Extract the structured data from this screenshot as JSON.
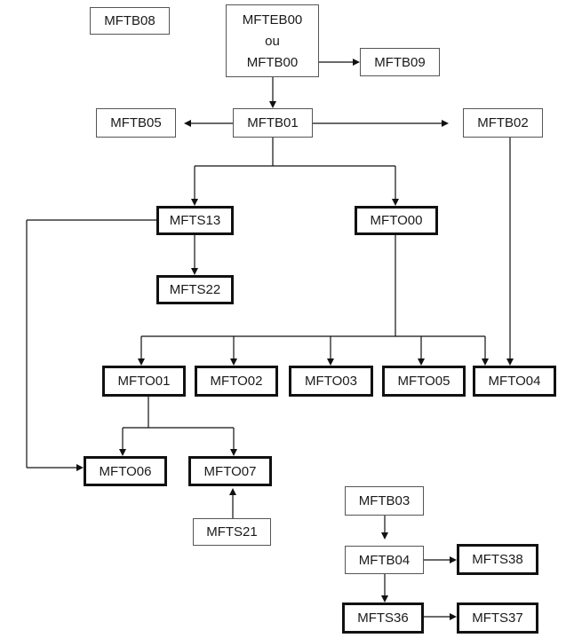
{
  "diagram": {
    "nodes": {
      "mftb08": "MFTB08",
      "mfteb00": {
        "line1": "MFTEB00",
        "line2": "ou",
        "line3": "MFTB00"
      },
      "mftb09": "MFTB09",
      "mftb05": "MFTB05",
      "mftb01": "MFTB01",
      "mftb02": "MFTB02",
      "mfts13": "MFTS13",
      "mfto00": "MFTO00",
      "mfts22": "MFTS22",
      "mfto01": "MFTO01",
      "mfto02": "MFTO02",
      "mfto03": "MFTO03",
      "mfto05": "MFTO05",
      "mfto04": "MFTO04",
      "mfto06": "MFTO06",
      "mfto07": "MFTO07",
      "mfts21": "MFTS21",
      "mftb03": "MFTB03",
      "mftb04": "MFTB04",
      "mfts38": "MFTS38",
      "mfts36": "MFTS36",
      "mfts37": "MFTS37"
    },
    "edges": [
      [
        "mfteb00",
        "mftb09"
      ],
      [
        "mfteb00",
        "mftb01"
      ],
      [
        "mftb01",
        "mftb05"
      ],
      [
        "mftb01",
        "mftb02"
      ],
      [
        "mftb01",
        "mfts13"
      ],
      [
        "mftb01",
        "mfto00"
      ],
      [
        "mfts13",
        "mfts22"
      ],
      [
        "mfts13",
        "mfto06"
      ],
      [
        "mfto00",
        "mfto01"
      ],
      [
        "mfto00",
        "mfto02"
      ],
      [
        "mfto00",
        "mfto03"
      ],
      [
        "mfto00",
        "mfto05"
      ],
      [
        "mfto00",
        "mfto04"
      ],
      [
        "mftb02",
        "mfto04"
      ],
      [
        "mfto01",
        "mfto06"
      ],
      [
        "mfto01",
        "mfto07"
      ],
      [
        "mfts21",
        "mfto07"
      ],
      [
        "mftb03",
        "mftb04"
      ],
      [
        "mftb04",
        "mfts38"
      ],
      [
        "mftb04",
        "mfts36"
      ],
      [
        "mfts36",
        "mfts37"
      ]
    ]
  }
}
